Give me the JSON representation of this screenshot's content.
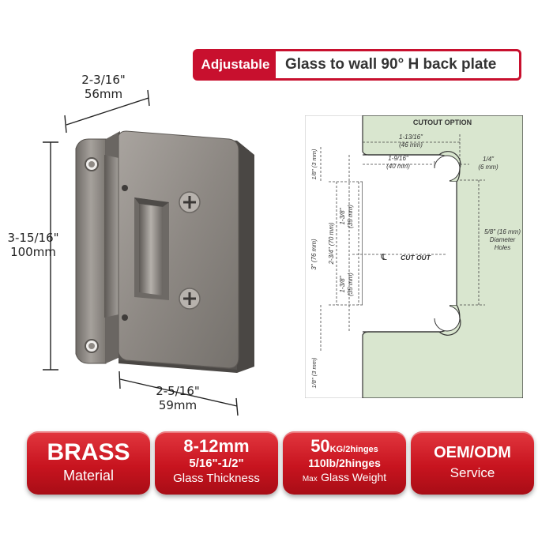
{
  "banner": {
    "tag": "Adjustable",
    "title": "Glass to wall 90° H back plate"
  },
  "dims": {
    "width_top_in": "2-3/16\"",
    "width_top_mm": "56mm",
    "height_in": "3-15/16\"",
    "height_mm": "100mm",
    "width_bottom_in": "2-5/16\"",
    "width_bottom_mm": "59mm"
  },
  "diagram": {
    "title": "CUTOUT OPTION",
    "w1": "1-13/16\"",
    "w1_mm": "(46 mm)",
    "w2": "1-9/16\"",
    "w2_mm": "(40 mm)",
    "w3": "1/4\"",
    "w3_mm": "(6 mm)",
    "top_gap": "1/8\" (3 mm)",
    "bottom_gap": "1/8\" (3 mm)",
    "overall": "3\" (76 mm)",
    "inner": "2-3/4\" (70 mm)",
    "upper": "1-3/8\"",
    "upper_mm": "(35 mm)",
    "lower": "1-3/8\"",
    "lower_mm": "(35 mm)",
    "cutout_label": "CUT OUT",
    "center_mark": "℄",
    "holes_1": "5/8\" (16 mm)",
    "holes_2": "Diameter",
    "holes_3": "Holes"
  },
  "badges": {
    "b1_big": "BRASS",
    "b1_small": "Material",
    "b2_big": "8-12mm",
    "b2_mid": "5/16\"-1/2\"",
    "b2_small": "Glass Thickness",
    "b3_big": "50",
    "b3_big_unit": "KG/2hinges",
    "b3_mid": "110lb/2hinges",
    "b3_pre": "Max",
    "b3_small": "Glass Weight",
    "b4_big": "OEM/ODM",
    "b4_small": "Service"
  },
  "colors": {
    "accent": "#c8102e",
    "panel": "#d9e6cf",
    "metal": "#8a8580"
  }
}
